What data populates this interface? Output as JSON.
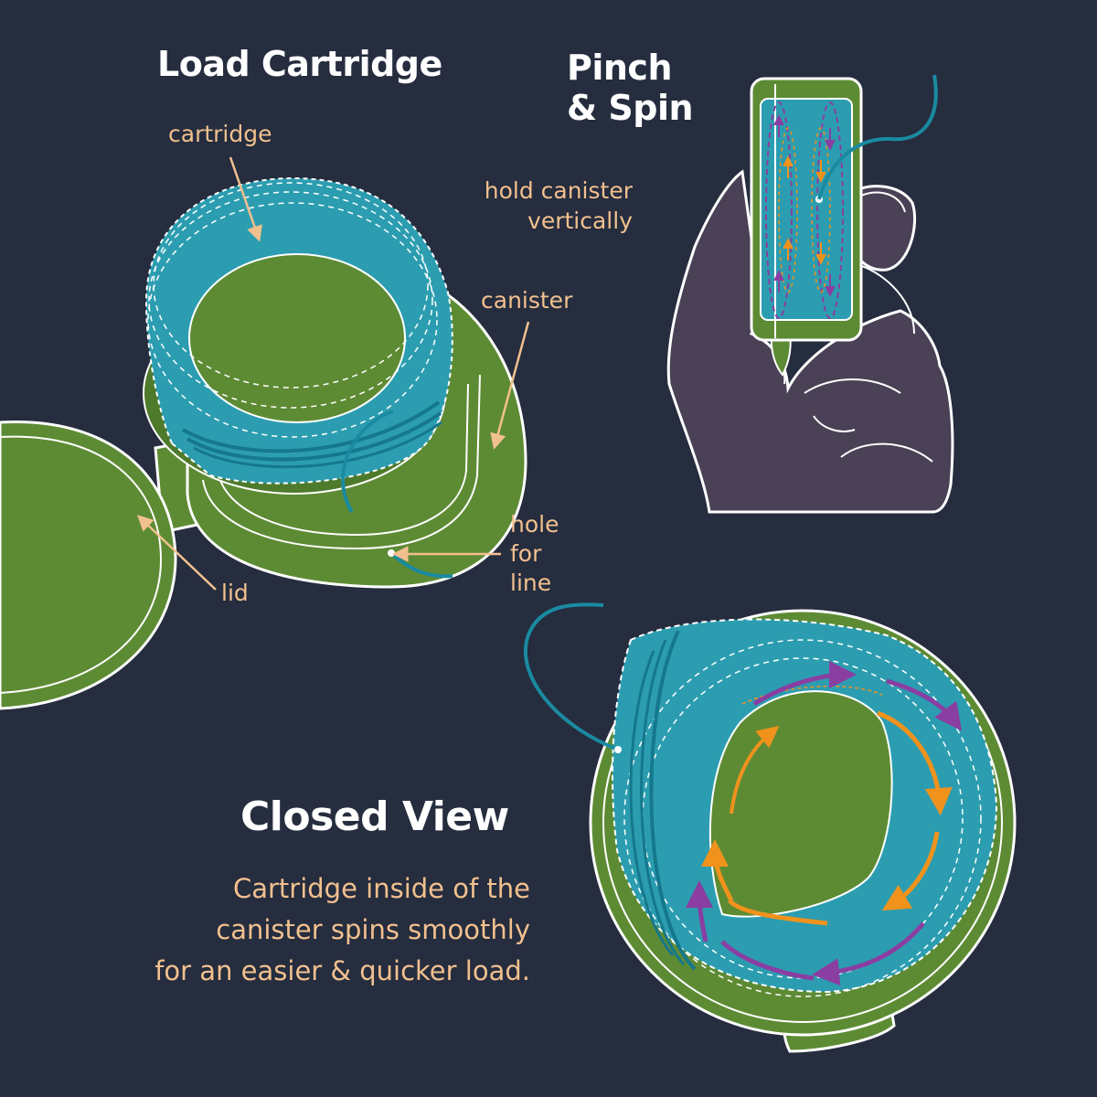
{
  "sections": {
    "load": {
      "title": "Load Cartridge",
      "labels": {
        "cartridge": "cartridge",
        "canister": "canister",
        "hole": [
          "hole",
          "for",
          "line"
        ],
        "lid": "lid"
      }
    },
    "pinch": {
      "title": [
        "Pinch",
        "& Spin"
      ],
      "instruction": [
        "hold canister",
        "vertically"
      ]
    },
    "closed": {
      "title": "Closed View",
      "description": [
        "Cartridge inside of the",
        "canister spins smoothly",
        "for an easier & quicker load."
      ]
    }
  },
  "colors": {
    "background": "#252d3e",
    "canister_green": "#5d8b34",
    "cartridge_teal": "#2c9db0",
    "fishing_line": "#1a8aa1",
    "hand_purple": "#4a4156",
    "label_peach": "#f2c08f",
    "spin_purple": "#8a3ea2",
    "spin_orange": "#f0921c",
    "outline": "#ffffff"
  }
}
